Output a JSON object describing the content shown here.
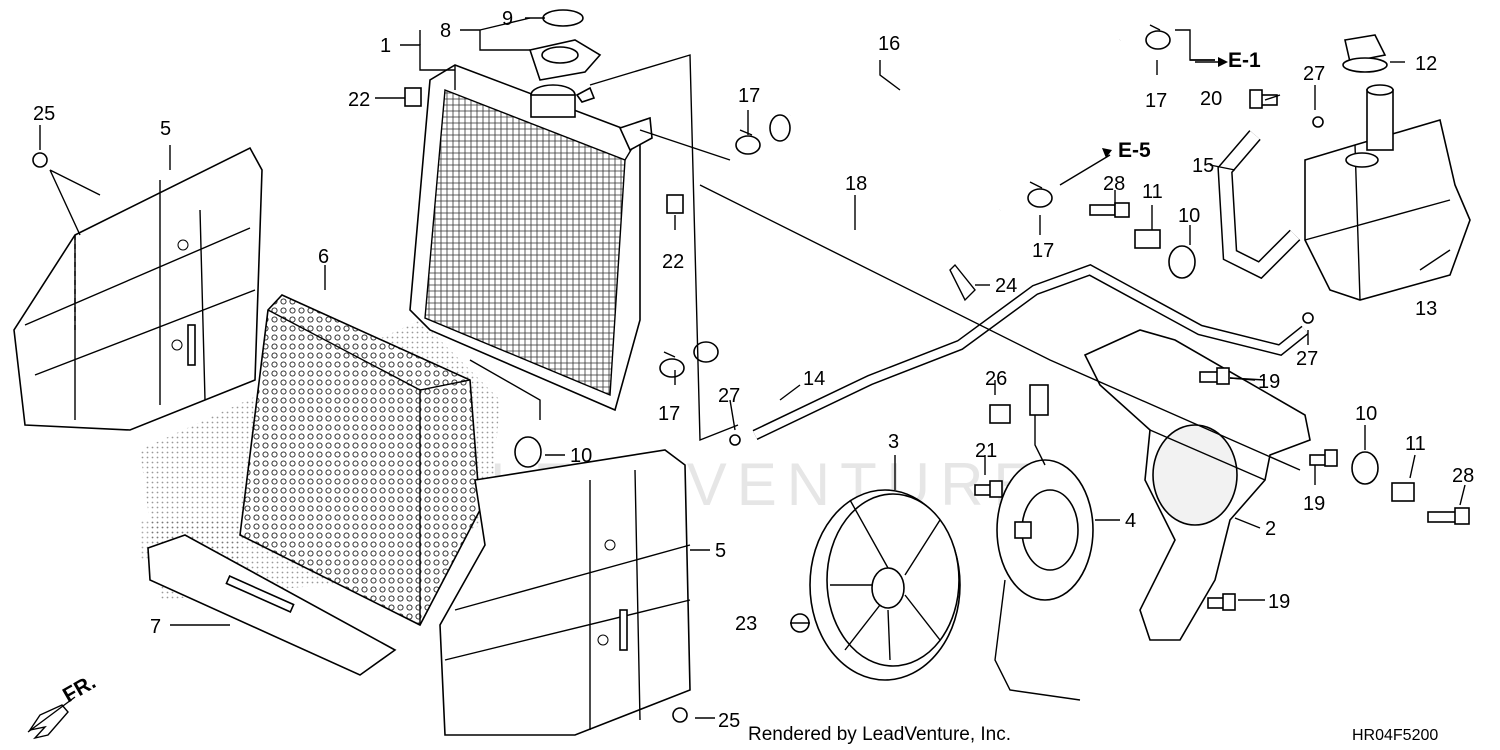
{
  "callouts": [
    "1",
    "2",
    "3",
    "4",
    "5",
    "5",
    "6",
    "7",
    "8",
    "9",
    "10",
    "10",
    "10",
    "11",
    "11",
    "12",
    "13",
    "14",
    "15",
    "16",
    "17",
    "17",
    "17",
    "17",
    "18",
    "19",
    "19",
    "19",
    "20",
    "21",
    "22",
    "22",
    "23",
    "24",
    "25",
    "25",
    "26",
    "27",
    "27",
    "27",
    "28",
    "28"
  ],
  "refs": {
    "e1": "E-1",
    "e5": "E-5"
  },
  "front_label": "FR.",
  "watermark": "LEADVENTURE",
  "footer": {
    "credit": "Rendered by LeadVenture, Inc.",
    "code": "HR04F5200"
  }
}
